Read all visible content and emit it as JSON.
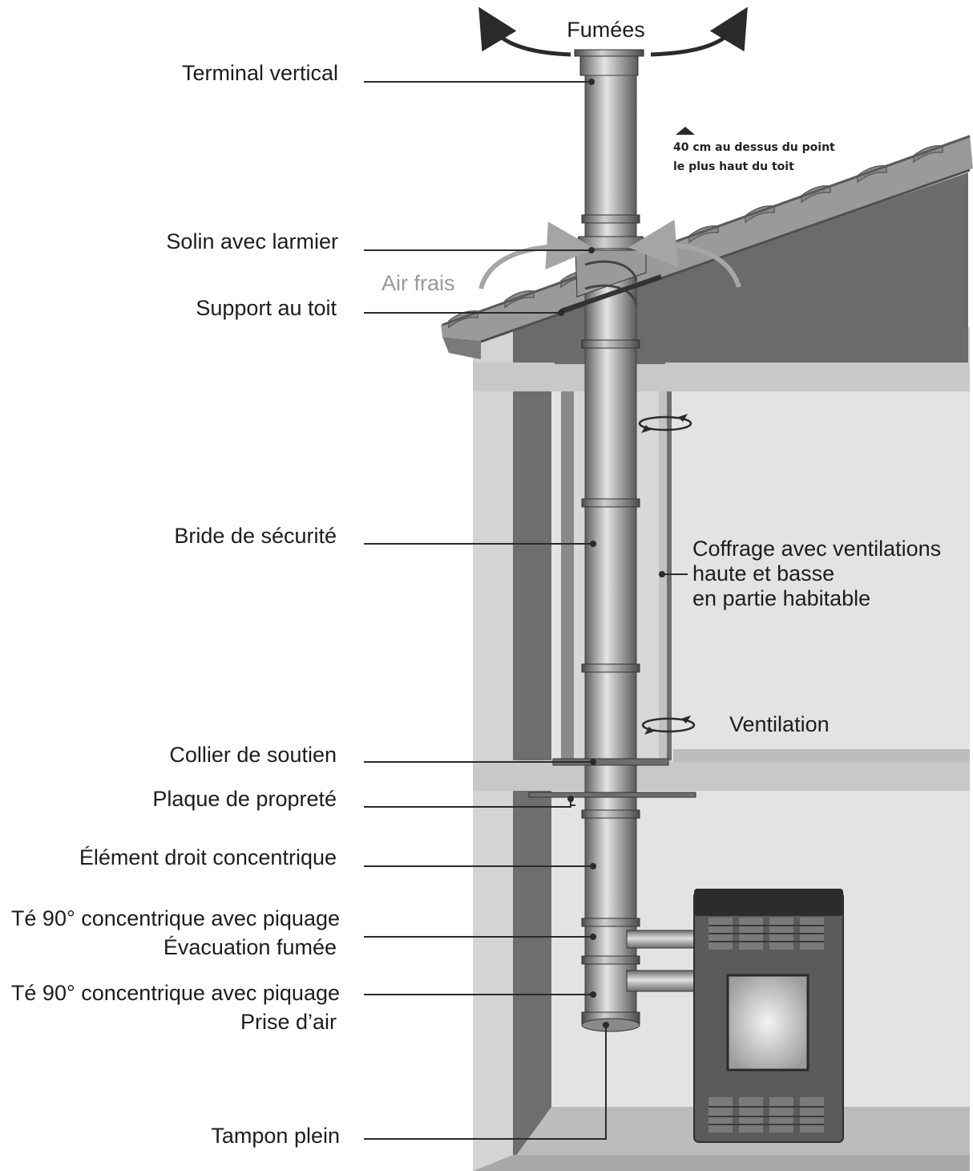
{
  "labels": {
    "fumees": "Fumées",
    "terminal": "Terminal vertical",
    "note_line1": "40 cm au dessus du point",
    "note_line2": "le plus haut du toit",
    "solin": "Solin avec larmier",
    "air_frais": "Air frais",
    "support": "Support au toit",
    "bride": "Bride de sécurité",
    "coffrage_line1": "Coffrage avec ventilations",
    "coffrage_line2": "haute et basse",
    "coffrage_line3": "en partie habitable",
    "ventilation": "Ventilation",
    "collier": "Collier de soutien",
    "plaque": "Plaque de propreté",
    "element": "Élément droit concentrique",
    "te1_line1": "Té 90° concentrique avec piquage",
    "te1_line2": "Évacuation fumée",
    "te2_line1": "Té 90° concentrique avec piquage",
    "te2_line2": "Prise d’air",
    "tampon": "Tampon plein"
  },
  "colors": {
    "wall_light": "#d6d6d6",
    "wall_dark": "#6e6e6e",
    "roof_tile": "#8a8a8a",
    "pipe_mid": "#b8b8b8",
    "stove_body": "#5a5a5a",
    "leader": "#2a2a2a"
  }
}
